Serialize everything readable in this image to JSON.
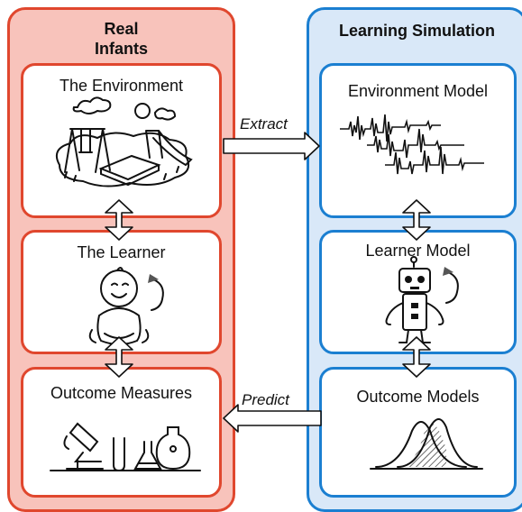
{
  "colors": {
    "real_fill": "#f8c3bb",
    "real_border": "#e0472e",
    "sim_fill": "#d9e8f8",
    "sim_border": "#1b7fd1"
  },
  "left_panel": {
    "title": "Real\nInfants",
    "boxes": [
      {
        "title": "The Environment",
        "icon": "playground-icon"
      },
      {
        "title": "The Learner",
        "icon": "baby-icon"
      },
      {
        "title": "Outcome Measures",
        "icon": "lab-equipment-icon"
      }
    ]
  },
  "right_panel": {
    "title": "Learning Simulation",
    "boxes": [
      {
        "title": "Environment Model",
        "icon": "waveform-icon"
      },
      {
        "title": "Learner Model",
        "icon": "robot-icon"
      },
      {
        "title": "Outcome Models",
        "icon": "distribution-curves-icon"
      }
    ]
  },
  "arrows": {
    "extract_label": "Extract",
    "predict_label": "Predict"
  }
}
